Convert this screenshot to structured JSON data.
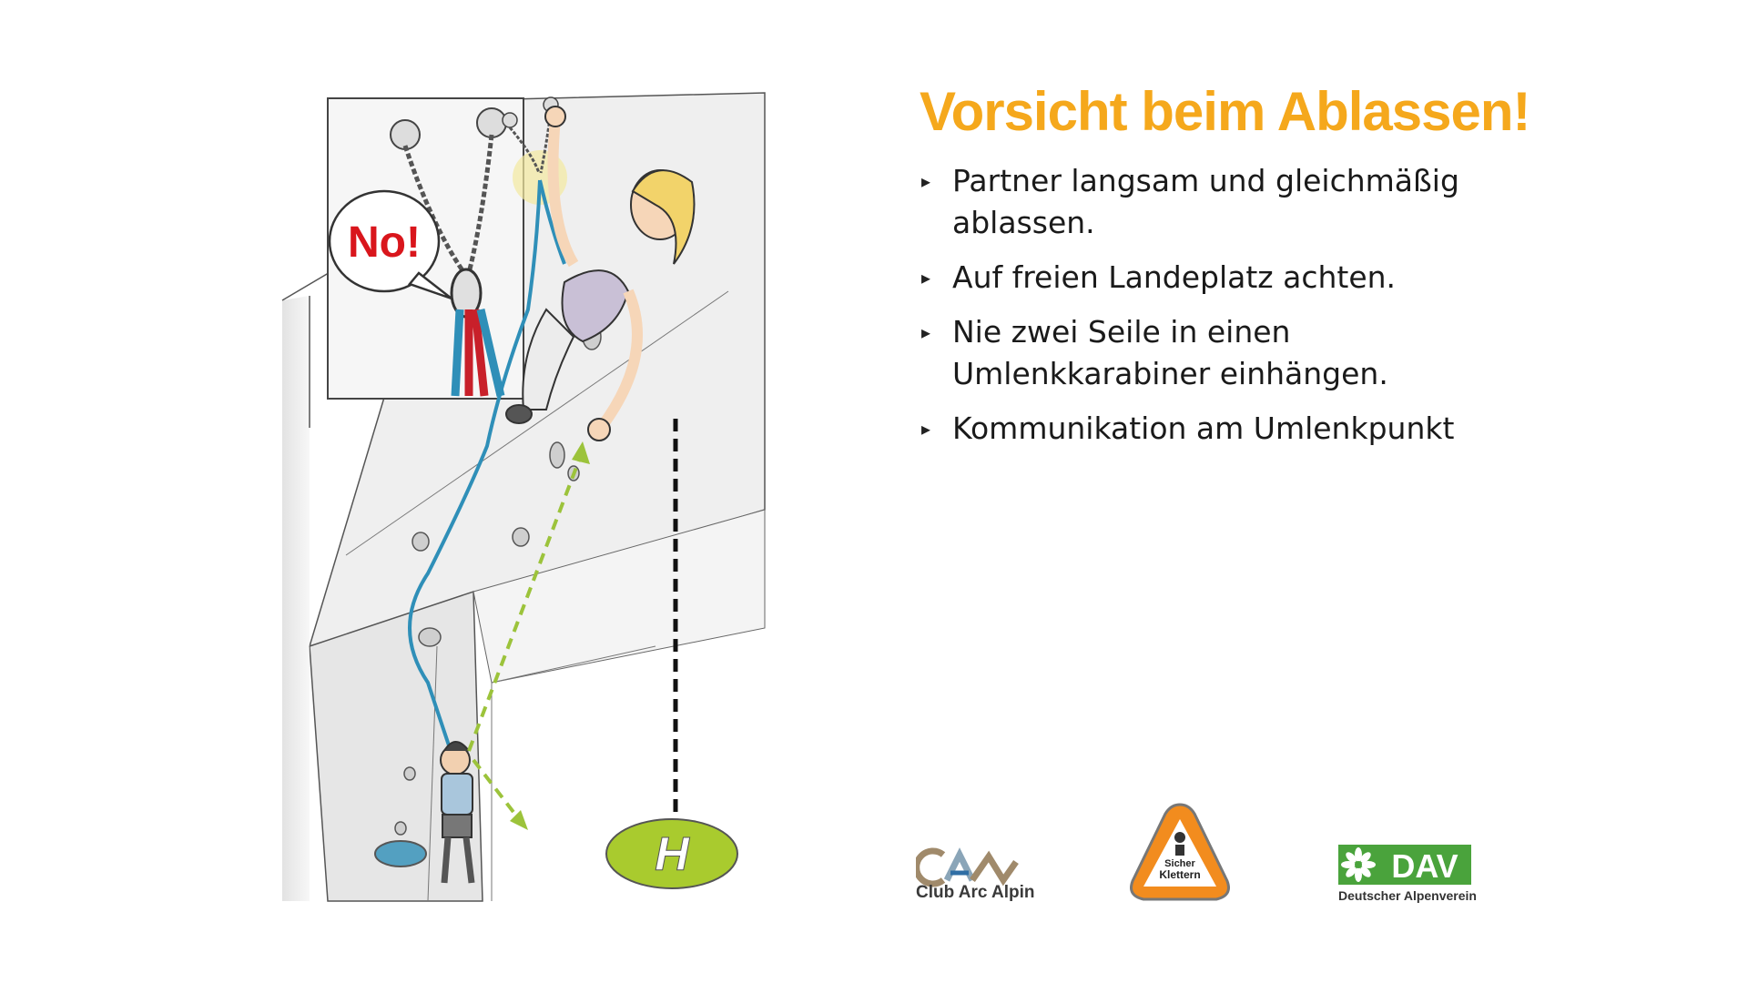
{
  "headline": "Vorsicht beim Ablassen!",
  "bullets": [
    "Partner langsam und gleichmäßig ablassen.",
    "Auf freien Landeplatz achten.",
    "Nie zwei Seile in einen Umlenkkarabiner einhängen.",
    "Kommunikation am Umlenkpunkt"
  ],
  "bullet_marker": "▸",
  "illustration": {
    "speech_bubble": "No!",
    "landing_marker": "H"
  },
  "logos": {
    "club_arc_alpin": "Club Arc Alpin",
    "sicher_klettern_line1": "Sicher",
    "sicher_klettern_line2": "Klettern",
    "dav": "DAV",
    "dav_subtitle": "Deutscher Alpenverein"
  },
  "colors": {
    "headline": "#f5a81c",
    "bubble_text": "#d9161c",
    "rope_blue": "#2f8fb8",
    "rope_red": "#c8202a",
    "arrow_green": "#9cc33b",
    "landing_pad": "#a9cb2e",
    "dav_green": "#4aa33c",
    "sk_orange": "#f28c1e"
  },
  "icons": [
    "no-speech-bubble-icon",
    "helipad-landing-icon",
    "caa-mountain-logo",
    "sicher-klettern-triangle-logo",
    "edelweiss-icon"
  ]
}
